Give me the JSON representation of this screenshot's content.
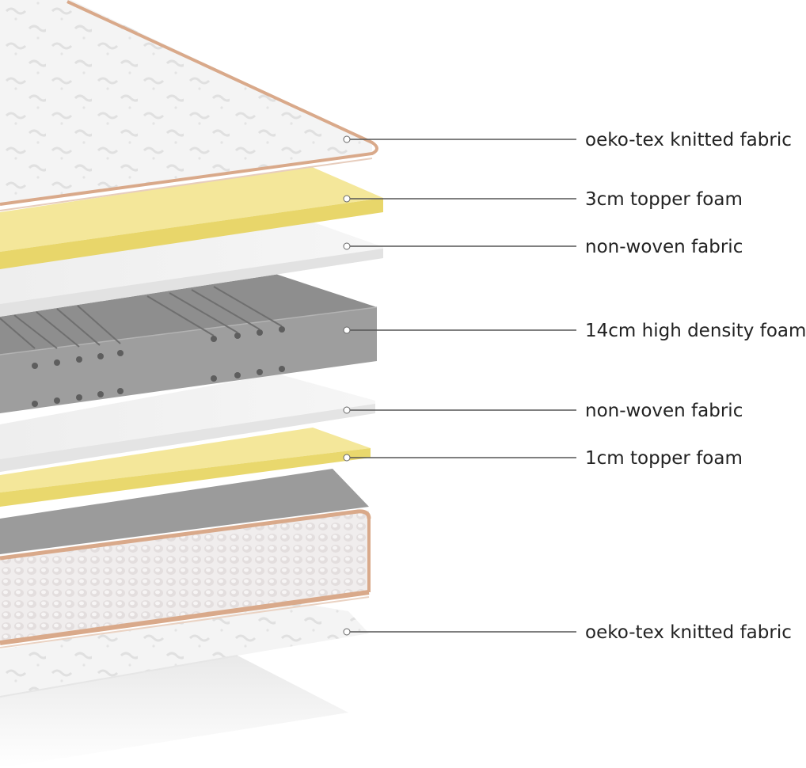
{
  "colors": {
    "fabric": "#f4f4f4",
    "fabric_shadow": "#e2e2e2",
    "piping": "#d9a98a",
    "foam_yellow": "#f2e38a",
    "foam_yellow_edge": "#d8c65a",
    "nonwoven": "#ececec",
    "hd_foam": "#9a9a9a",
    "hd_foam_top": "#8f8f8f",
    "hd_foam_edge": "#7f7f7f",
    "border_cell": "#e6e1e1",
    "leader": "#555555"
  },
  "layers": [
    {
      "name": "top-knitted-fabric",
      "label": "oeko-tex knitted fabric",
      "icon": "knitted-fabric-icon"
    },
    {
      "name": "top-topper-foam",
      "label": "3cm topper foam",
      "icon": "foam-icon"
    },
    {
      "name": "top-non-woven-fabric",
      "label": "non-woven fabric",
      "icon": "fabric-sheet-icon"
    },
    {
      "name": "high-density-foam",
      "label": "14cm high density foam",
      "icon": "foam-block-icon"
    },
    {
      "name": "bottom-non-woven-fabric",
      "label": "non-woven fabric",
      "icon": "fabric-sheet-icon"
    },
    {
      "name": "bottom-topper-foam",
      "label": "1cm topper foam",
      "icon": "foam-icon"
    },
    {
      "name": "bottom-knitted-fabric",
      "label": "oeko-tex knitted fabric",
      "icon": "knitted-fabric-icon"
    }
  ]
}
